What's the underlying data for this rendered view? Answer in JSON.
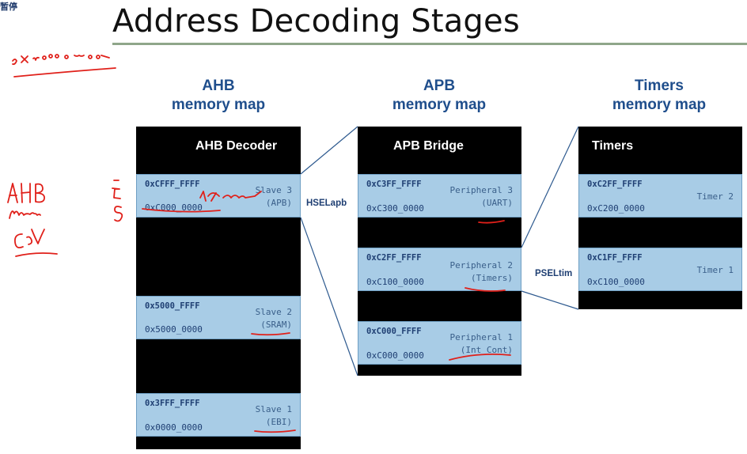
{
  "badge": "暂停",
  "title": "Address Decoding Stages",
  "columns": {
    "ahb": {
      "head_line1": "AHB",
      "head_line2": "memory map",
      "title": "AHB Decoder",
      "regions": [
        {
          "high": "0xCFFF_FFFF",
          "low": "0xC000_0000",
          "name": "Slave 3",
          "sub": "(APB)"
        },
        {
          "high": "0x5000_FFFF",
          "low": "0x5000_0000",
          "name": "Slave 2",
          "sub": "(SRAM)"
        },
        {
          "high": "0x3FFF_FFFF",
          "low": "0x0000_0000",
          "name": "Slave 1",
          "sub": "(EBI)"
        }
      ]
    },
    "apb": {
      "head_line1": "APB",
      "head_line2": "memory map",
      "title": "APB Bridge",
      "regions": [
        {
          "high": "0xC3FF_FFFF",
          "low": "0xC300_0000",
          "name": "Peripheral 3",
          "sub": "(UART)"
        },
        {
          "high": "0xC2FF_FFFF",
          "low": "0xC100_0000",
          "name": "Peripheral 2",
          "sub": "(Timers)"
        },
        {
          "high": "0xC000_FFFF",
          "low": "0xC000_0000",
          "name": "Peripheral 1",
          "sub": "(Int Cont)"
        }
      ]
    },
    "timers": {
      "head_line1": "Timers",
      "head_line2": "memory map",
      "title": "Timers",
      "regions": [
        {
          "high": "0xC2FF_FFFF",
          "low": "0xC200_0000",
          "name": "Timer 2"
        },
        {
          "high": "0xC1FF_FFFF",
          "low": "0xC100_0000",
          "name": "Timer 1"
        }
      ]
    }
  },
  "signals": {
    "hsel": "HSELapb",
    "psel": "PSELtim"
  },
  "annotations": {
    "ink_color": "#e0201a",
    "items": [
      "handwritten-hex-note",
      "handwritten-ahb-master-cpu",
      "handwritten-e-s"
    ]
  }
}
